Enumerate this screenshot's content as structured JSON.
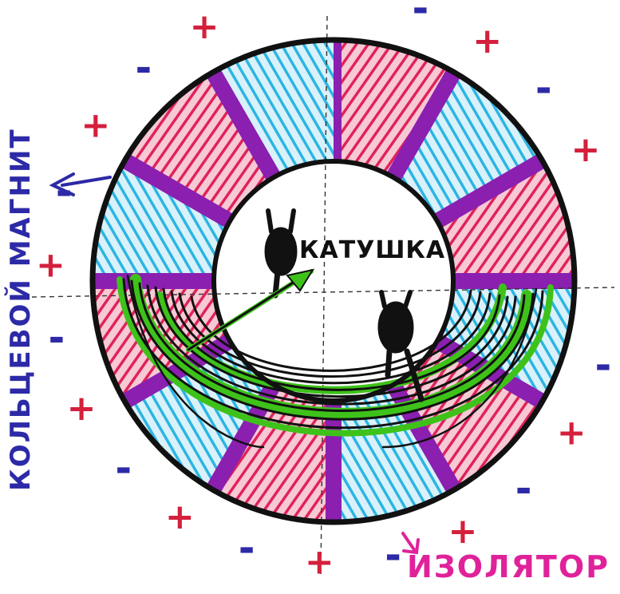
{
  "labels": {
    "coil": "КАТУШКА",
    "insulator": "ИЗОЛЯТОР",
    "ring_magnet": "КОЛЬЦЕВОЙ МАГНИТ"
  },
  "colors": {
    "outline": "#111111",
    "magenta": "#e0225a",
    "cyan": "#2bb5e3",
    "purple": "#8a1fb0",
    "green": "#3ec21a",
    "pink_label": "#e0229a",
    "blue_label": "#2c2aa6",
    "plus_sign": "#d4203c",
    "minus_sign": "#2c2aa6"
  },
  "polarity_signs": [
    "+",
    "-"
  ]
}
